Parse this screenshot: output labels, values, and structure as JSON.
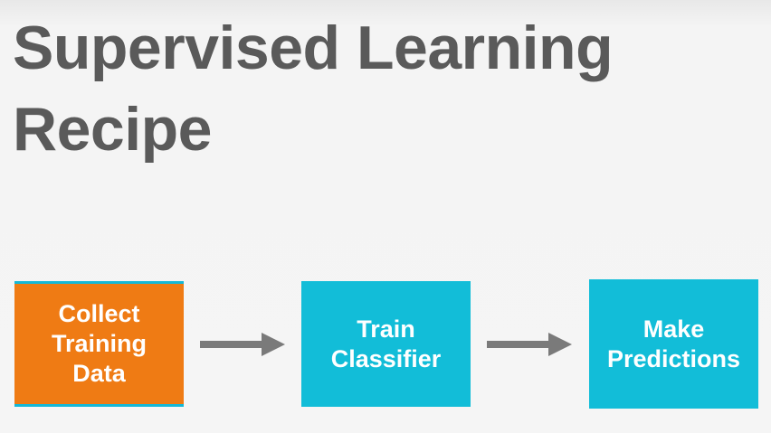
{
  "slide": {
    "title_line1": "Supervised Learning",
    "title_line2": "Recipe"
  },
  "steps": [
    {
      "label": "Collect\nTraining\nData",
      "color": "#ef7b14"
    },
    {
      "label": "Train\nClassifier",
      "color": "#12bdd8"
    },
    {
      "label": "Make\nPredictions",
      "color": "#12bdd8"
    }
  ],
  "colors": {
    "title": "#5a5a5a",
    "arrow": "#7a7a7a",
    "background": "#f5f5f5"
  },
  "icons": {
    "arrow": "arrow-right-icon"
  }
}
